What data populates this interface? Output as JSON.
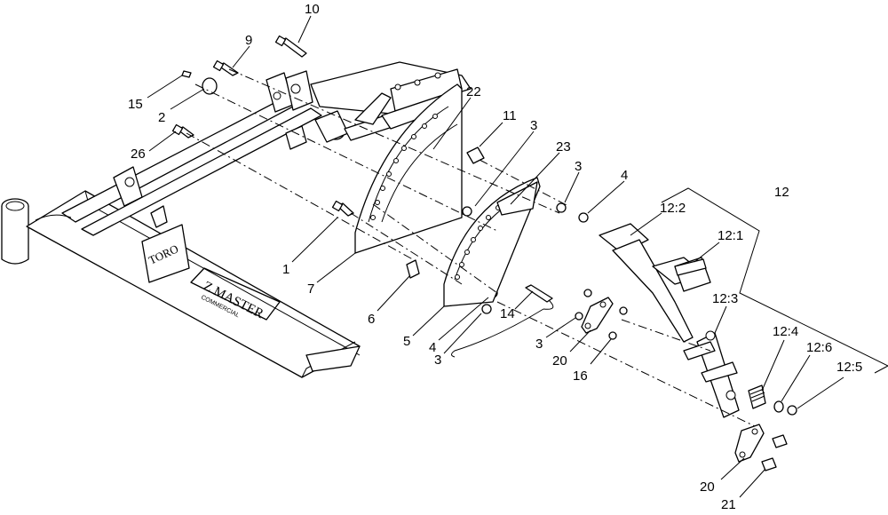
{
  "figure": {
    "branding": {
      "logo_text": "TORO",
      "model_text": "Z MASTER",
      "model_sub": "COMMERCIAL"
    },
    "callouts": [
      "10",
      "9",
      "15",
      "2",
      "26",
      "22",
      "11",
      "3",
      "23",
      "3",
      "4",
      "12",
      "12:2",
      "12:1",
      "1",
      "7",
      "6",
      "14",
      "5",
      "4",
      "3",
      "3",
      "20",
      "16",
      "12:3",
      "12:4",
      "12:6",
      "12:5",
      "20",
      "21"
    ]
  }
}
